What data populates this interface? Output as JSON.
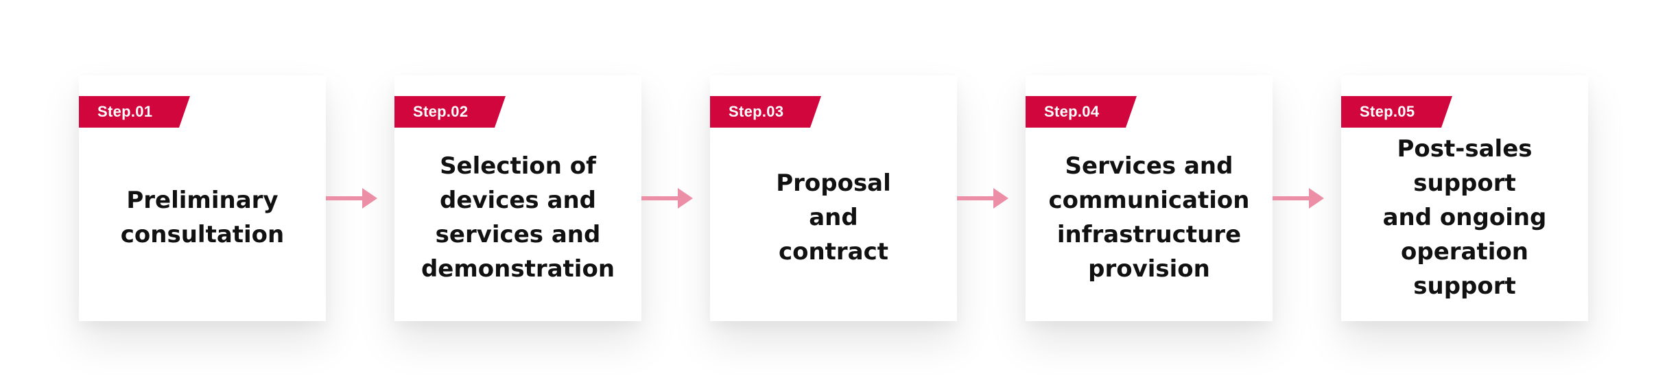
{
  "colors": {
    "tag_background": "#d0063c",
    "tag_text": "#ffffff",
    "arrow": "#ec8fa6",
    "body_text": "#111111",
    "card_background": "#ffffff"
  },
  "steps": [
    {
      "tag": "Step.01",
      "text": "Preliminary\nconsultation"
    },
    {
      "tag": "Step.02",
      "text": "Selection of\ndevices and\nservices and\ndemonstration"
    },
    {
      "tag": "Step.03",
      "text": "Proposal\nand\ncontract"
    },
    {
      "tag": "Step.04",
      "text": "Services and\ncommunication\ninfrastructure\nprovision"
    },
    {
      "tag": "Step.05",
      "text": "Post-sales support\nand ongoing\noperation support"
    }
  ]
}
